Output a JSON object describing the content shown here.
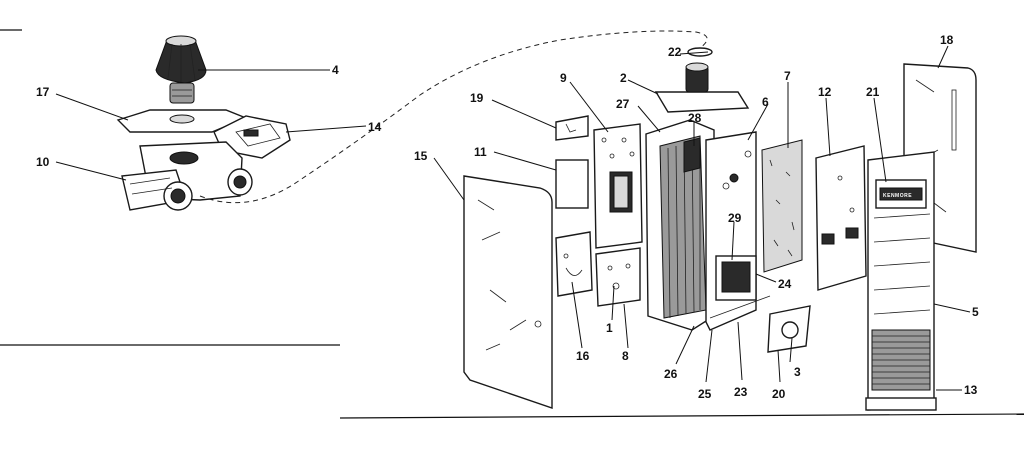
{
  "callouts": [
    {
      "id": "1",
      "label": "1"
    },
    {
      "id": "2",
      "label": "2"
    },
    {
      "id": "3",
      "label": "3"
    },
    {
      "id": "4",
      "label": "4"
    },
    {
      "id": "5",
      "label": "5"
    },
    {
      "id": "6",
      "label": "6"
    },
    {
      "id": "7",
      "label": "7"
    },
    {
      "id": "8",
      "label": "8"
    },
    {
      "id": "9",
      "label": "9"
    },
    {
      "id": "10",
      "label": "10"
    },
    {
      "id": "11",
      "label": "11"
    },
    {
      "id": "12",
      "label": "12"
    },
    {
      "id": "13",
      "label": "13"
    },
    {
      "id": "14",
      "label": "14"
    },
    {
      "id": "15",
      "label": "15"
    },
    {
      "id": "16",
      "label": "16"
    },
    {
      "id": "17",
      "label": "17"
    },
    {
      "id": "18",
      "label": "18"
    },
    {
      "id": "19",
      "label": "19"
    },
    {
      "id": "20",
      "label": "20"
    },
    {
      "id": "21",
      "label": "21"
    },
    {
      "id": "22",
      "label": "22"
    },
    {
      "id": "23",
      "label": "23"
    },
    {
      "id": "24",
      "label": "24"
    },
    {
      "id": "25",
      "label": "25"
    },
    {
      "id": "26",
      "label": "26"
    },
    {
      "id": "27",
      "label": "27"
    },
    {
      "id": "28",
      "label": "28"
    },
    {
      "id": "29",
      "label": "29"
    }
  ],
  "brand_plate": "KENMORE"
}
